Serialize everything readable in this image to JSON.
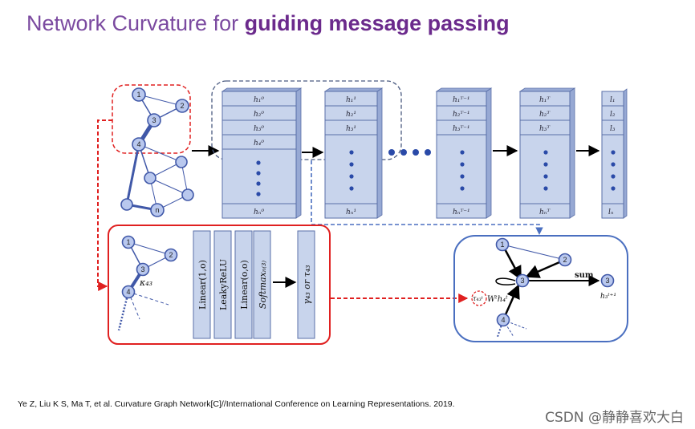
{
  "title": {
    "prefix": "Network Curvature for ",
    "emphasis": "guiding message passing"
  },
  "citation": "Ye Z, Liu K S, Ma T, et al. Curvature Graph Network[C]//International Conference on Learning Representations. 2019.",
  "watermark": "CSDN @静静喜欢大白",
  "graph_nodes": [
    "1",
    "2",
    "3",
    "4",
    "n"
  ],
  "layers": [
    {
      "top": [
        "h₁⁰",
        "h₂⁰",
        "h₃⁰",
        "h₄⁰"
      ],
      "bottom": "hₙ⁰"
    },
    {
      "top": [
        "h₁¹",
        "h₂¹",
        "h₃¹"
      ],
      "bottom": "hₙ¹"
    },
    {
      "top": [
        "h₁ᵀ⁻¹",
        "h₂ᵀ⁻¹",
        "h₃ᵀ⁻¹"
      ],
      "bottom": "hₙᵀ⁻¹"
    },
    {
      "top": [
        "h₁ᵀ",
        "h₂ᵀ",
        "h₃ᵀ"
      ],
      "bottom": "hₙᵀ"
    }
  ],
  "outputs": {
    "top": [
      "l₁",
      "l₂",
      "l₃"
    ],
    "bottom": "lₙ"
  },
  "subgraph_nodes": [
    "1",
    "2",
    "3",
    "4"
  ],
  "kappa_label": "κ₄₃",
  "ops": [
    "Linear(1,o)",
    "LeakyReLU",
    "Linear(o,o)",
    "Softmaxₙ₍₃₎",
    "γ₄₃ or τ₄₃"
  ],
  "mp_nodes": [
    "1",
    "2",
    "3",
    "4",
    "3"
  ],
  "sum_label": "sum",
  "tau_label": "τ₄₃ᵗ",
  "wh_label": "Wᵗh₄ᵗ",
  "h_next_label": "h₃ᵗ⁺¹",
  "colors": {
    "title": "#7b4aa0",
    "red": "#e02020",
    "blue": "#4a6fc0"
  }
}
